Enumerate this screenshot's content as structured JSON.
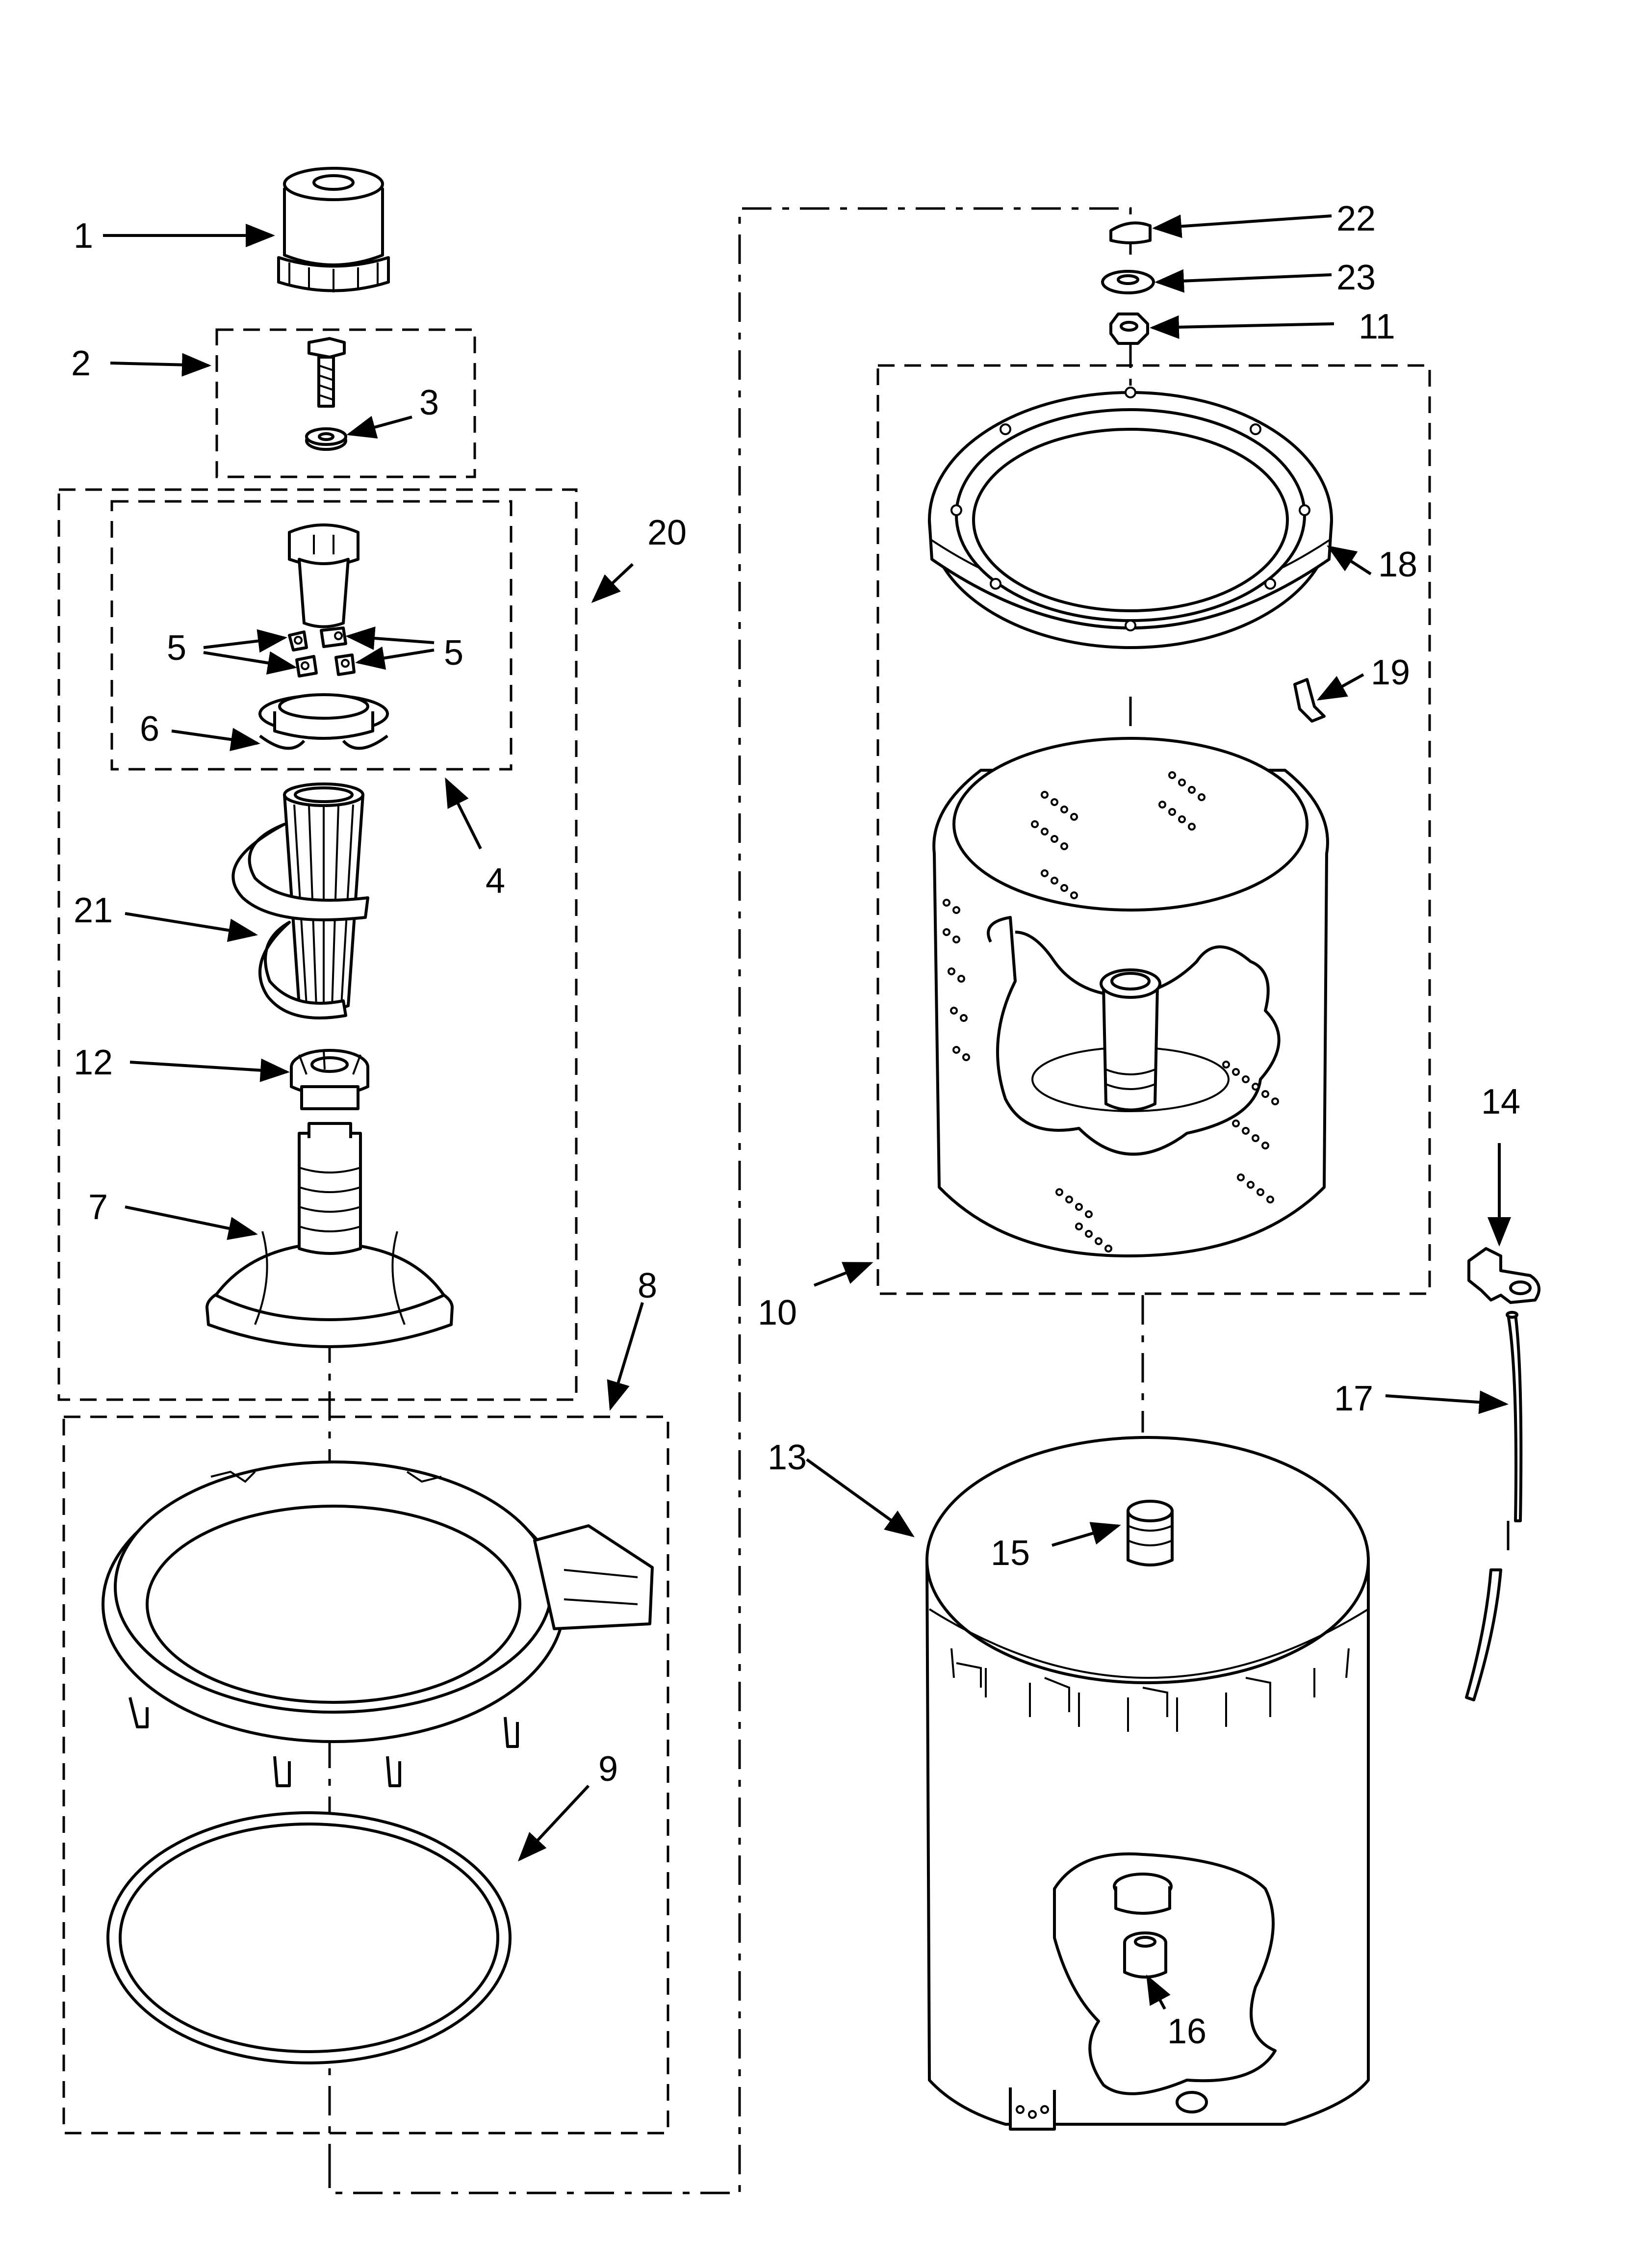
{
  "labels": {
    "l1": "1",
    "l2": "2",
    "l3": "3",
    "l4": "4",
    "l5a": "5",
    "l5b": "5",
    "l6": "6",
    "l7": "7",
    "l8": "8",
    "l9": "9",
    "l10": "10",
    "l11": "11",
    "l12": "12",
    "l13": "13",
    "l14": "14",
    "l15": "15",
    "l16": "16",
    "l17": "17",
    "l18": "18",
    "l19": "19",
    "l20": "20",
    "l21": "21",
    "l22": "22",
    "l23": "23"
  }
}
